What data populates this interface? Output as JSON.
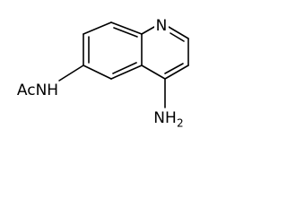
{
  "structure": {
    "labels": {
      "ring_nitrogen": "N",
      "acetamido": "AcNH",
      "amino_main": "NH",
      "amino_subscript": "2"
    },
    "colors": {
      "bond": "#000000",
      "text": "#000000",
      "background": "#ffffff"
    }
  }
}
